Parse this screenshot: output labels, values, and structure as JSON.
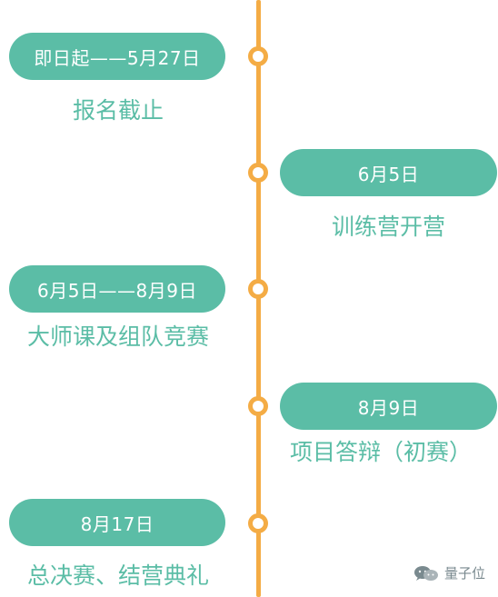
{
  "timeline": {
    "events": [
      {
        "date": "即日起——5月27日",
        "title": "报名截止"
      },
      {
        "date": "6月5日",
        "title": "训练营开营"
      },
      {
        "date": "6月5日——8月9日",
        "title": "大师课及组队竞赛"
      },
      {
        "date": "8月9日",
        "title": "项目答辩（初赛）"
      },
      {
        "date": "8月17日",
        "title": "总决赛、结营典礼"
      }
    ]
  },
  "watermark": {
    "text": "量子位",
    "icon": "wechat-icon"
  },
  "colors": {
    "accent": "#5bbda6",
    "timeline": "#f4ac45",
    "watermark": "#7a8a8f"
  }
}
